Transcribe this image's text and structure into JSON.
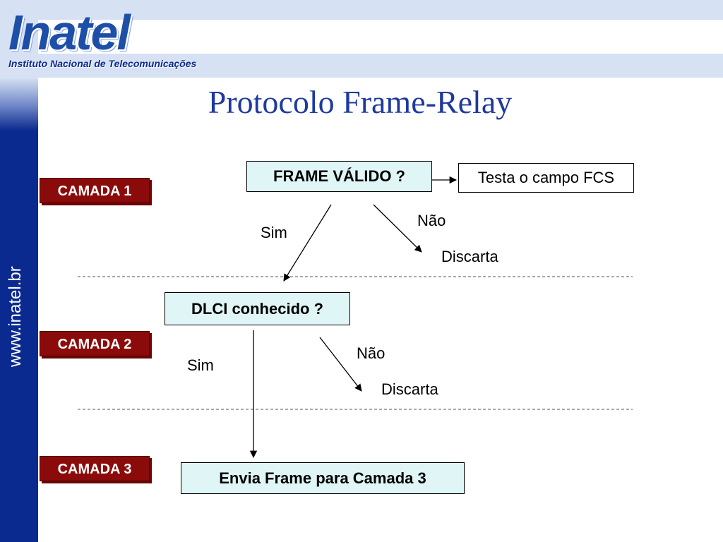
{
  "header": {
    "logo_word": "Inatel",
    "logo_subtitle": "Instituto Nacional de Telecomunicações",
    "side_url": "www.inatel.br"
  },
  "slide": {
    "title": "Protocolo Frame-Relay"
  },
  "layers": {
    "camada1": "CAMADA 1",
    "camada2": "CAMADA 2",
    "camada3": "CAMADA 3"
  },
  "flow": {
    "frame_valido": "FRAME VÁLIDO ?",
    "testa_fcs": "Testa o campo FCS",
    "sim_1": "Sim",
    "nao_1": "Não",
    "discarta_1": "Discarta",
    "dlci": "DLCI conhecido ?",
    "sim_2": "Sim",
    "nao_2": "Não",
    "discarta_2": "Discarta",
    "envia": "Envia Frame para Camada 3"
  },
  "colors": {
    "brand_blue": "#1d4fa8",
    "sidebar_blue": "#0b2a8f",
    "layer_red": "#8b0a0a",
    "box_cyan": "#dff5f6"
  }
}
